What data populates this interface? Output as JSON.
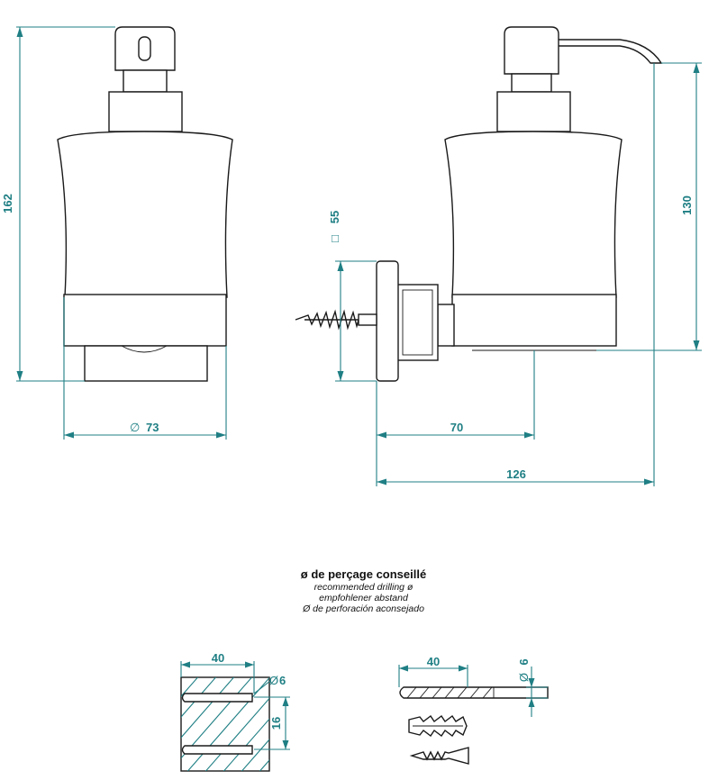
{
  "dimensions": {
    "height_total": "162",
    "body_diameter": "73",
    "plate_square": "55",
    "height_spout": "130",
    "wall_projection": "70",
    "total_depth": "126",
    "drill_width": "40",
    "hole_diameter": "6",
    "hole_spacing": "16",
    "drill_depth": "40",
    "drill_bit_diameter": "6"
  },
  "symbols": {
    "diameter": "∅",
    "square": "□",
    "diameter_slashed": "Ø"
  },
  "caption": {
    "title": "ø de perçage conseillé",
    "line_en": "recommended drilling ø",
    "line_de": "empfohlener abstand",
    "line_es": "Ø de perforación aconsejado"
  },
  "colors": {
    "dimension": "#1f7f84",
    "drawing": "#1a1a1a",
    "background": "#ffffff"
  }
}
